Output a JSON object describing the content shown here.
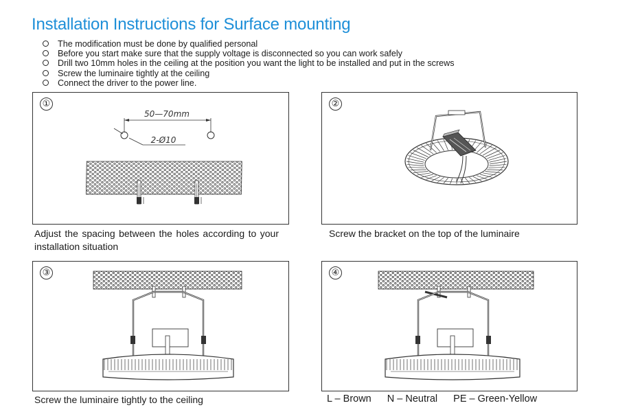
{
  "title": "Installation Instructions for Surface mounting",
  "bullets": [
    "The modification must be done by qualified personal",
    "Before you start make sure that the supply voltage is disconnected so you can work safely",
    "Drill two 10mm holes in the ceiling at the position you want the light to be installed and put in the screws",
    "Screw the luminaire tightly at the ceiling",
    "Connect the driver to the power line."
  ],
  "steps": [
    {
      "number": "①",
      "caption": "Adjust the spacing between the holes according to your installation situation",
      "dimension_label": "50—70mm",
      "hole_label": "2-Ø10"
    },
    {
      "number": "②",
      "caption": "Screw the bracket on the top of the luminaire"
    },
    {
      "number": "③",
      "caption": "Screw the luminaire tightly to the ceiling"
    },
    {
      "number": "④",
      "caption": ""
    }
  ],
  "wiring_legend": [
    "L – Brown",
    "N – Neutral",
    "PE – Green-Yellow"
  ]
}
